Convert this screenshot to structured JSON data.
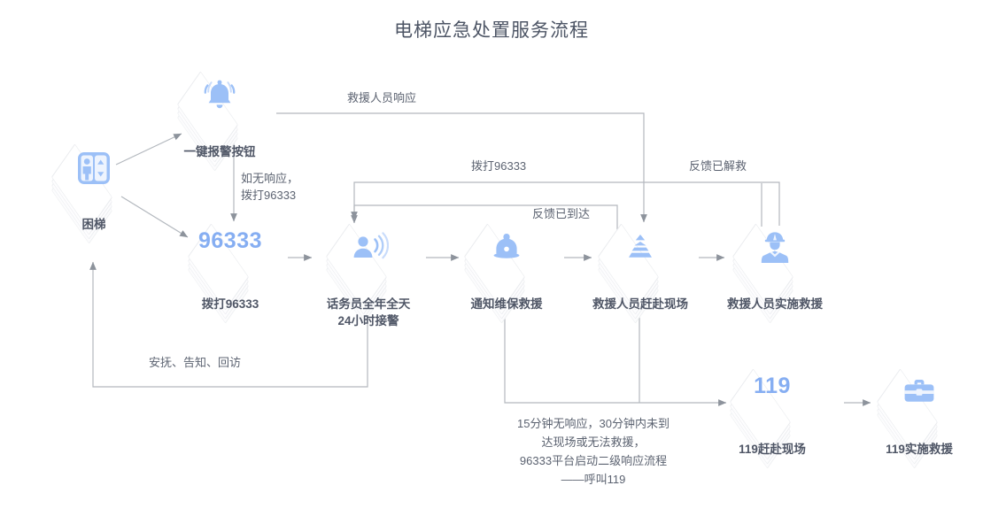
{
  "title": "电梯应急处置服务流程",
  "colors": {
    "icon_blue": "#9cc0f7",
    "number_blue": "#86aef2",
    "line_gray": "#9aa0a8",
    "text_gray": "#4f5666",
    "plate_white": "#fdfdfe"
  },
  "nodes": [
    {
      "id": "trapped",
      "label": "困梯",
      "icon": "elevator-person-icon",
      "number": ""
    },
    {
      "id": "alarm_button",
      "label": "一键报警按钮",
      "icon": "alarm-bell-icon",
      "number": ""
    },
    {
      "id": "dial_96333",
      "label": "拨打96333",
      "icon": "number-icon",
      "number": "96333"
    },
    {
      "id": "operator",
      "label": "话务员全年全天\n24小时接警",
      "icon": "operator-headset-icon",
      "number": ""
    },
    {
      "id": "notify_maint",
      "label": "通知维保救援",
      "icon": "maintenance-bell-icon",
      "number": ""
    },
    {
      "id": "rescue_go",
      "label": "救援人员赶赴现场",
      "icon": "pyramid-cone-icon",
      "number": ""
    },
    {
      "id": "rescue_do",
      "label": "救援人员实施救援",
      "icon": "rescuer-worker-icon",
      "number": ""
    },
    {
      "id": "fire_go",
      "label": "119赶赴现场",
      "icon": "number-icon",
      "number": "119"
    },
    {
      "id": "fire_do",
      "label": "119实施救援",
      "icon": "toolbox-icon",
      "number": ""
    }
  ],
  "edge_labels": {
    "rescuer_response": "救援人员响应",
    "no_response_dial": "如无响应，\n拨打96333",
    "dial_96333": "拨打96333",
    "feedback_arrived": "反馈已到达",
    "feedback_rescued": "反馈已解救",
    "comfort_inform_revisit": "安抚、告知、回访",
    "escalation": "15分钟无响应，30分钟内未到\n达现场或无法救援，\n96333平台启动二级响应流程\n——呼叫119"
  }
}
